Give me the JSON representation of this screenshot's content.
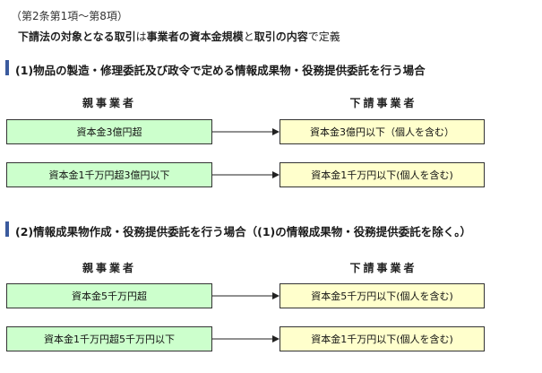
{
  "header": {
    "article_ref": "（第2条第1項～第8項）",
    "intro": {
      "part1": "下請法の対象となる取引",
      "part2": "は",
      "part3": "事業者の資本金規模",
      "part4": "と",
      "part5": "取引の内容",
      "part6": "で定義"
    }
  },
  "colors": {
    "section_bar": "#3b5b9e",
    "parent_box": "#ccffcc",
    "sub_box": "#ffffcc"
  },
  "sections": [
    {
      "title": "(1)物品の製造・修理委託及び政令で定める情報成果物・役務提供委託を行う場合",
      "parent_header": "親事業者",
      "sub_header": "下請事業者",
      "rows": [
        {
          "parent": "資本金3億円超",
          "sub": "資本金3億円以下（個人を含む）"
        },
        {
          "parent": "資本金1千万円超3億円以下",
          "sub": "資本金1千万円以下(個人を含む)"
        }
      ]
    },
    {
      "title": "(2)情報成果物作成・役務提供委託を行う場合（(1)の情報成果物・役務提供委託を除く。）",
      "parent_header": "親事業者",
      "sub_header": "下請事業者",
      "rows": [
        {
          "parent": "資本金5千万円超",
          "sub": "資本金5千万円以下(個人を含む)"
        },
        {
          "parent": "資本金1千万円超5千万円以下",
          "sub": "資本金1千万円以下(個人を含む)"
        }
      ]
    }
  ]
}
